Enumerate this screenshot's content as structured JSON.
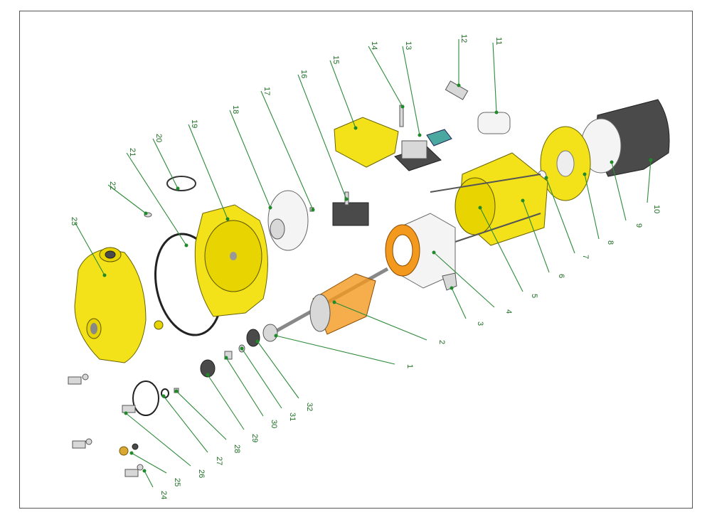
{
  "labels": [
    "1",
    "2",
    "3",
    "4",
    "5",
    "6",
    "7",
    "8",
    "9",
    "10",
    "11",
    "12",
    "13",
    "14",
    "15",
    "16",
    "17",
    "18",
    "19",
    "20",
    "21",
    "22",
    "23",
    "24",
    "25",
    "26",
    "27",
    "28",
    "29",
    "30",
    "31",
    "32"
  ],
  "colors": {
    "leader": "#2e8b3a",
    "housing": "#f3e21a",
    "winding": "#f39a1e",
    "fan_cover": "#4a4a4a"
  }
}
